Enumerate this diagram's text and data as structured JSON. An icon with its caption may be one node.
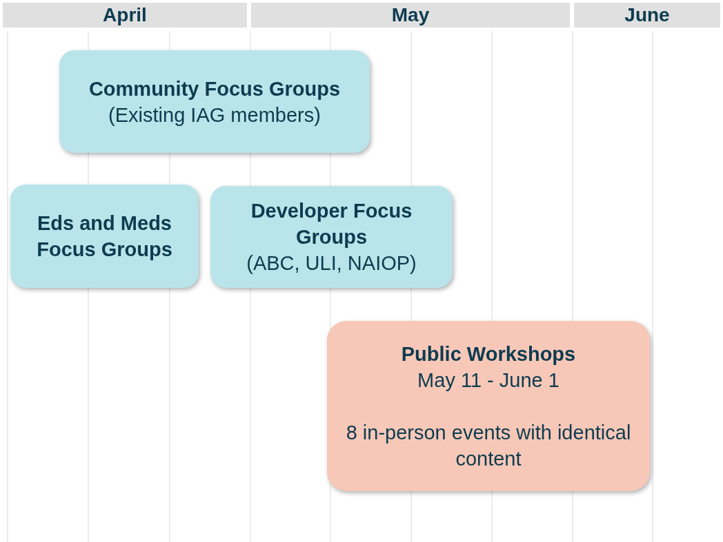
{
  "diagram": {
    "nodes": [
      {
        "text": [
          "April"
        ]
      },
      {
        "text": [
          "May"
        ]
      },
      {
        "text": [
          "June"
        ]
      },
      {
        "text": [
          "Community Focus Groups",
          "(Existing IAG members)"
        ]
      },
      {
        "text": [
          "Eds and Meds Focus Groups"
        ]
      },
      {
        "text": [
          "Developer Focus Groups",
          "(ABC, ULI, NAIOP)"
        ]
      },
      {
        "text": [
          "Public Workshops",
          "May 11 - June 1",
          "8 in-person events with identical content"
        ]
      }
    ]
  }
}
